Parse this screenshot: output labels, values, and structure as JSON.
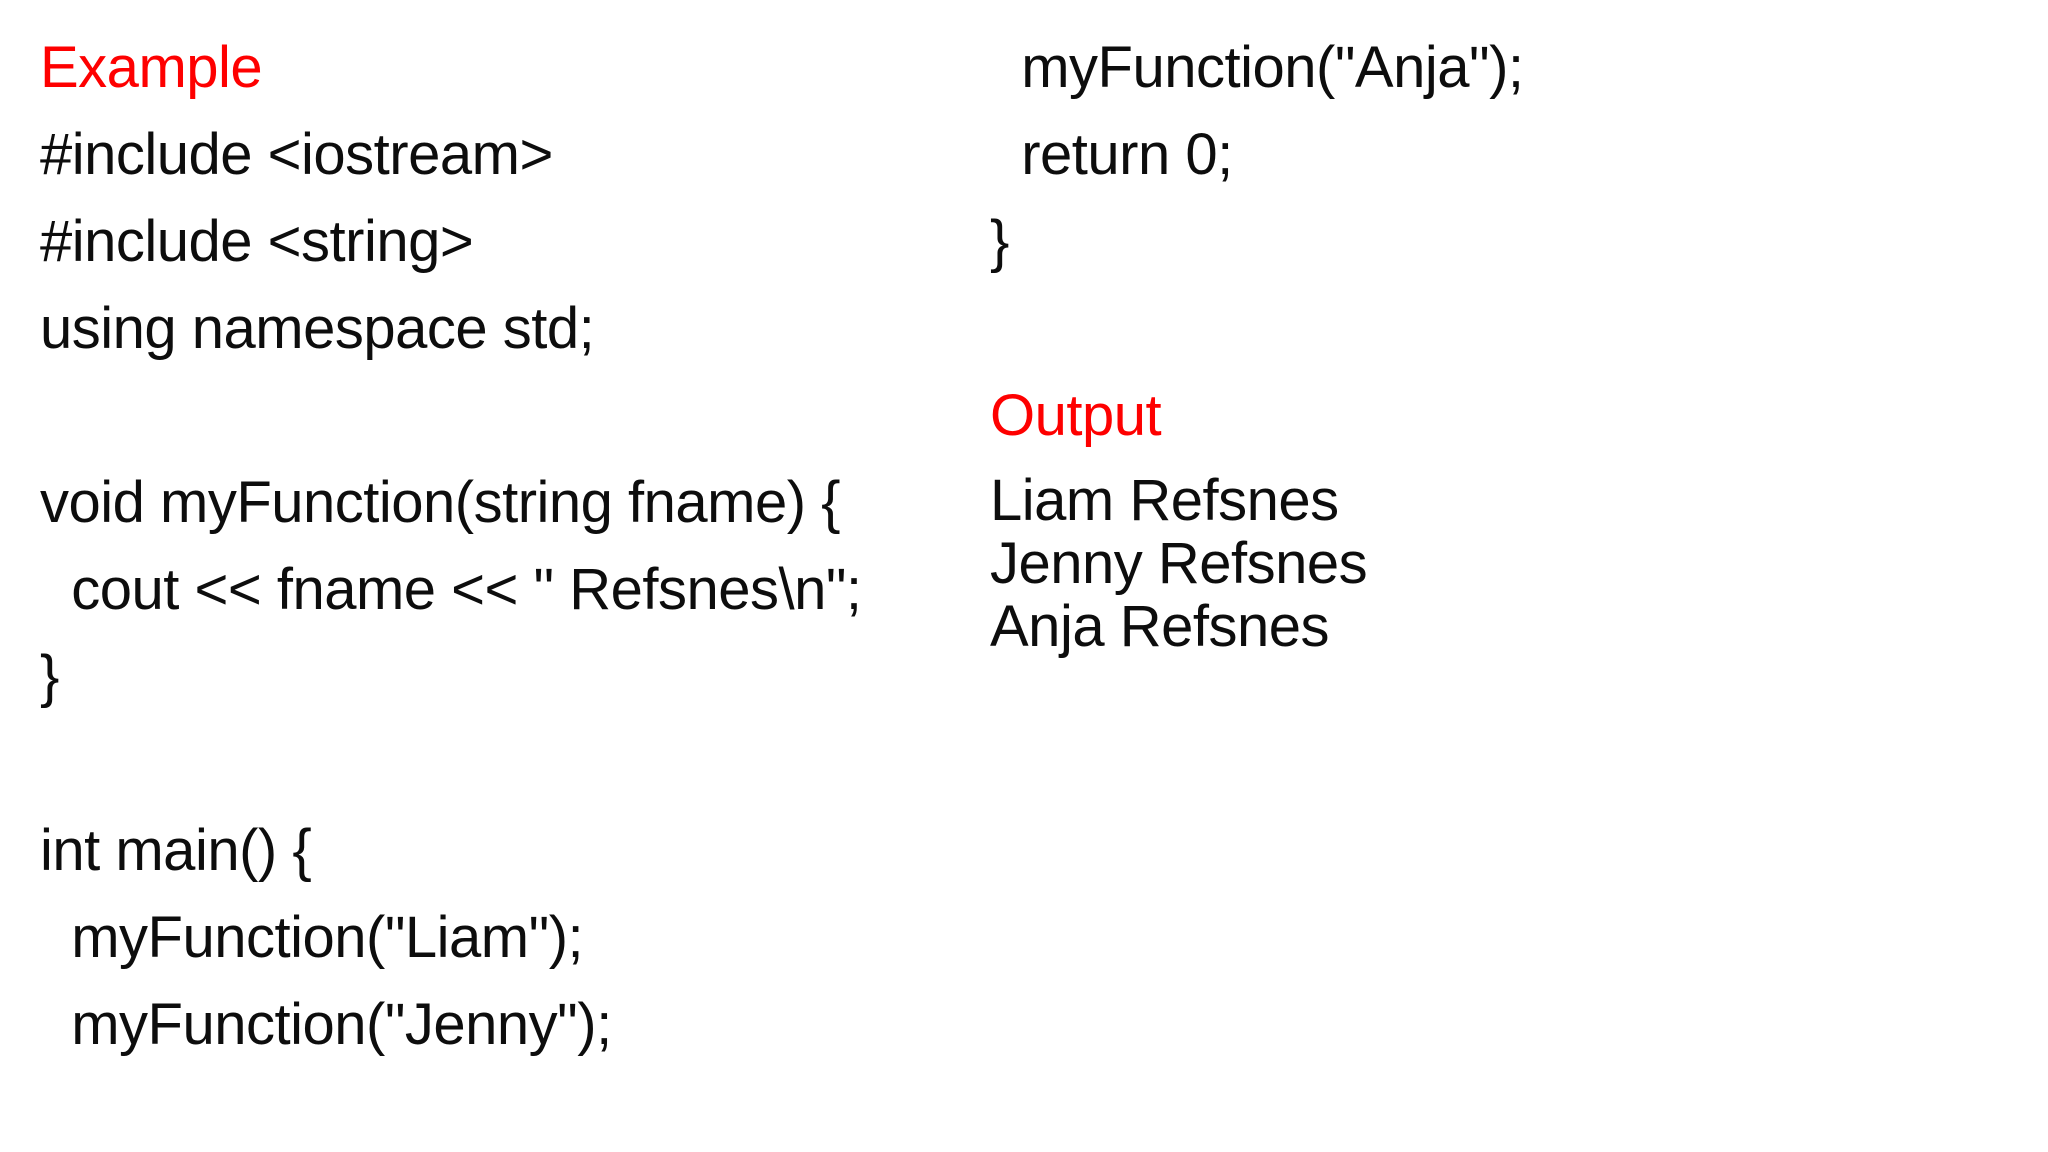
{
  "page": {
    "background": "#ffffff",
    "text_color": "#0d0d0d",
    "accent_red": "#fe0000"
  },
  "left_column": {
    "lines": [
      {
        "text": "Example",
        "style": "heading",
        "name": "example-heading"
      },
      {
        "text": "#include <iostream>"
      },
      {
        "text": "#include <string>"
      },
      {
        "text": "using namespace std;"
      },
      {
        "text": ""
      },
      {
        "text": "void myFunction(string fname) {"
      },
      {
        "text": "  cout << fname << \" Refsnes\\n\";"
      },
      {
        "text": "}"
      },
      {
        "text": ""
      },
      {
        "text": "int main() {"
      },
      {
        "text": "  myFunction(\"Liam\");"
      },
      {
        "text": "  myFunction(\"Jenny\");"
      }
    ]
  },
  "right_column": {
    "code_lines": [
      {
        "text": "  myFunction(\"Anja\");"
      },
      {
        "text": "  return 0;"
      },
      {
        "text": "}"
      },
      {
        "text": ""
      },
      {
        "text": "Output",
        "style": "heading",
        "name": "output-heading"
      }
    ],
    "output_lines": [
      "Liam Refsnes",
      "Jenny Refsnes",
      "Anja Refsnes"
    ]
  }
}
